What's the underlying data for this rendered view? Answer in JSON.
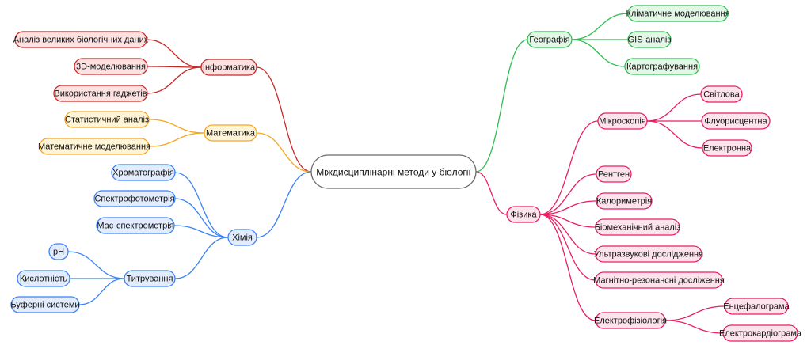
{
  "root": {
    "label": "Міждисциплінарні методи у біології",
    "fill": "#ffffff",
    "stroke": "#6b6b6b"
  },
  "branches": [
    {
      "id": "informatics",
      "label": "Інформатика",
      "color": "#c62828",
      "fill": "#fde0e0",
      "children": [
        {
          "label": "Аналіз великих біологічних даних"
        },
        {
          "label": "3D-моделювання"
        },
        {
          "label": "Використання гаджетів"
        }
      ]
    },
    {
      "id": "math",
      "label": "Математика",
      "color": "#f5a623",
      "fill": "#fff4d6",
      "children": [
        {
          "label": "Статистичний аналіз"
        },
        {
          "label": "Математичне моделювання"
        }
      ]
    },
    {
      "id": "chemistry",
      "label": "Хімія",
      "color": "#3b82f6",
      "fill": "#e2ecfd",
      "children": [
        {
          "label": "Хроматографія"
        },
        {
          "label": "Спектрофотометрія"
        },
        {
          "label": "Мас-спектрометрія"
        },
        {
          "label": "Титрування",
          "children": [
            {
              "label": "pH"
            },
            {
              "label": "Кислотність"
            },
            {
              "label": "Буферні системи"
            }
          ]
        }
      ]
    },
    {
      "id": "geography",
      "label": "Географія",
      "color": "#2ebd4e",
      "fill": "#e3f7e6",
      "children": [
        {
          "label": "Кліматичне моделювання"
        },
        {
          "label": "GIS-аналіз"
        },
        {
          "label": "Картографування"
        }
      ]
    },
    {
      "id": "physics",
      "label": "Фізика",
      "color": "#e91e63",
      "fill": "#fde4ec",
      "children": [
        {
          "label": "Мікроскопія",
          "children": [
            {
              "label": "Світлова"
            },
            {
              "label": "Флуорисцентна"
            },
            {
              "label": "Електронна"
            }
          ]
        },
        {
          "label": "Рентген"
        },
        {
          "label": "Калориметрія"
        },
        {
          "label": "Біомеханічний аналіз"
        },
        {
          "label": "Ультразвукові дослідження"
        },
        {
          "label": "Магнітно-резонансні досліження"
        },
        {
          "label": "Електрофізіологія",
          "children": [
            {
              "label": "Енцефалограма"
            },
            {
              "label": "Електрокардіограма"
            }
          ]
        }
      ]
    }
  ]
}
